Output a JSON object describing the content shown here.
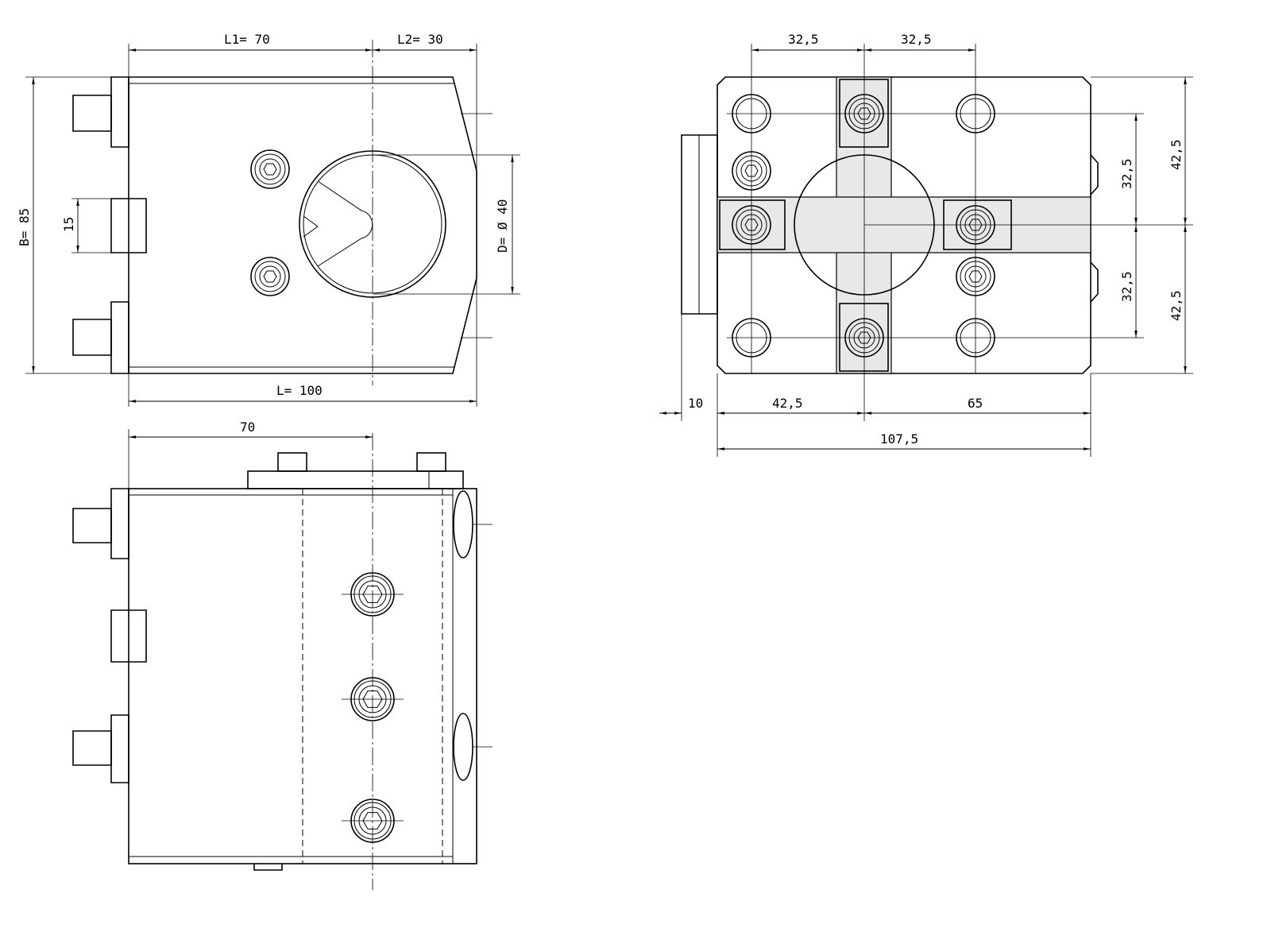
{
  "views": {
    "top_left": {
      "L1": "L1=  70",
      "L2": "L2=  30",
      "B": "B=  85",
      "key_width": "15",
      "D": "D= Ø 40",
      "L": "L=  100"
    },
    "bottom_left": {
      "length": "70"
    },
    "right": {
      "top_left_spacing": "32,5",
      "top_right_spacing": "32,5",
      "right_upper_outer": "42,5",
      "right_lower_outer": "42,5",
      "right_upper_inner": "32,5",
      "right_lower_inner": "32,5",
      "bottom_clamp": "10",
      "bottom_left": "42,5",
      "bottom_right": "65",
      "total_width": "107,5"
    }
  }
}
